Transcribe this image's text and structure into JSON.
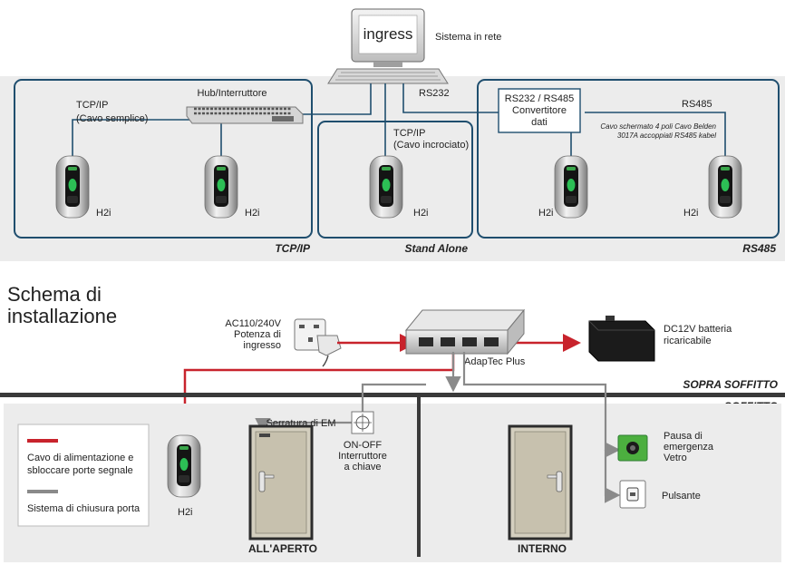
{
  "top": {
    "logo_text": "ingress",
    "network_system": "Sistema in rete",
    "hub": "Hub/Interruttore",
    "tcpip_simple_1": "TCP/IP",
    "tcpip_simple_2": "(Cavo semplice)",
    "tcpip_cross_1": "TCP/IP",
    "tcpip_cross_2": "(Cavo incrociato)",
    "rs232": "RS232",
    "converter_1": "RS232 / RS485",
    "converter_2": "Convertitore",
    "converter_3": "dati",
    "rs485": "RS485",
    "cable_note_1": "Cavo schermato 4 poli Cavo Belden",
    "cable_note_2": "3017A accoppiati RS485 kabel",
    "device": "H2i",
    "section_tcpip": "TCP/IP",
    "section_standalone": "Stand Alone",
    "section_rs485": "RS485"
  },
  "bottom": {
    "title_1": "Schema di",
    "title_2": "installazione",
    "power_1": "AC110/240V",
    "power_2": "Potenza di",
    "power_3": "ingresso",
    "adaptec": "AdapTec Plus",
    "battery_1": "DC12V batteria",
    "battery_2": "ricaricabile",
    "above_ceiling": "SOPRA SOFFITTO",
    "ceiling": "SOFFITTO",
    "em_lock": "Serratura di EM",
    "keyswitch_1": "ON-OFF",
    "keyswitch_2": "Interruttore",
    "keyswitch_3": "a chiave",
    "emergency_1": "Pausa di",
    "emergency_2": "emergenza",
    "emergency_3": "Vetro",
    "push_button": "Pulsante",
    "outdoor": "ALL'APERTO",
    "indoor": "INTERNO",
    "device": "H2i",
    "legend_power_1": "Cavo di alimentazione e",
    "legend_power_2": "sbloccare  porte segnale",
    "legend_lock": "Sistema di chiusura porta"
  },
  "colors": {
    "power_line": "#c8232c",
    "lock_line": "#8a8a8a",
    "panel_bg": "#ececec",
    "panel_border": "#1f4e6e",
    "emergency_green": "#4caf3f"
  }
}
